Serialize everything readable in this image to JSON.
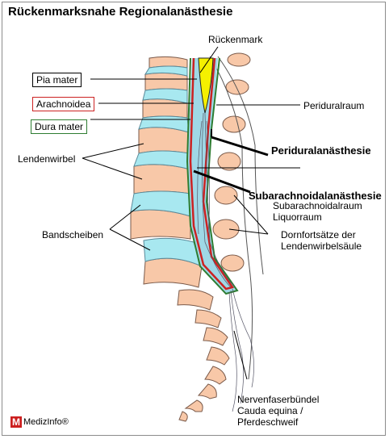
{
  "title": "Rückenmarksnahe Regionalanästhesie",
  "labels": {
    "rueckenmark": "Rückenmark",
    "periduralraum": "Periduralraum",
    "periduralanaesthesie": "Periduralanästhesie",
    "subarachnoidalanaesthesie": "Subarachnoidalanästhesie",
    "subarachnoidalraum": "Subarachnoidalraum\nLiquorraum",
    "dornfortsaetze": "Dornfortsätze der\nLendenwirbelsäule",
    "lendenwirbel": "Lendenwirbel",
    "bandscheiben": "Bandscheiben",
    "nervenfaser": "Nervenfaserbündel\nCauda equina /\nPferdeschweif"
  },
  "boxes": {
    "pia": "Pia mater",
    "arachnoidea": "Arachnoidea",
    "dura": "Dura mater"
  },
  "box_colors": {
    "pia": "#000000",
    "arachnoidea": "#cc2222",
    "dura": "#2e7d32"
  },
  "logo": {
    "mark": "M",
    "text": "MedizInfo®"
  }
}
